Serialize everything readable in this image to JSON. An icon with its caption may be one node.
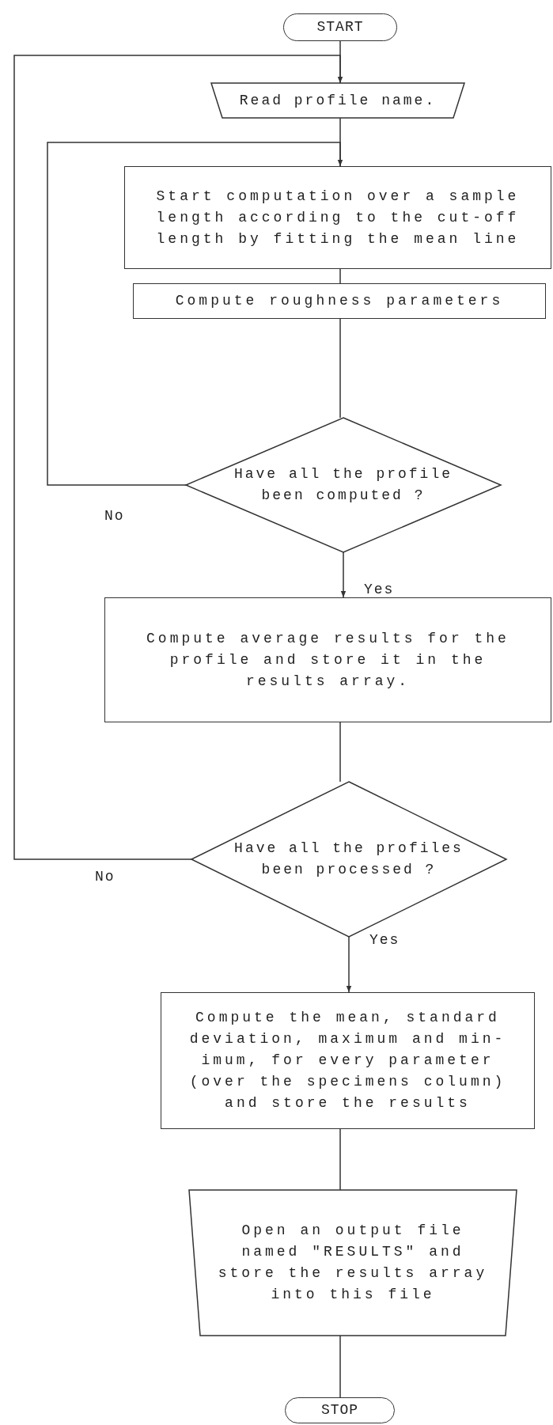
{
  "diagram": {
    "nodes": [
      {
        "text": [
          "START"
        ]
      },
      {
        "text": [
          "Read profile name."
        ]
      },
      {
        "text": [
          "Start computation over a sample length according to the cut-off length by fitting the mean line"
        ]
      },
      {
        "text": [
          "Compute roughness parameters"
        ]
      },
      {
        "text": [
          "Have all the profile been computed ?"
        ]
      },
      {
        "text": [
          "Compute average results for the profile and store it in the results array."
        ]
      },
      {
        "text": [
          "Have all the profiles been processed ?"
        ]
      },
      {
        "text": [
          "Compute the mean, standard deviation, maximum and min- imum, for every parameter (over the specimens column) and store the results"
        ]
      },
      {
        "text": [
          "Open an output file named \"RESULTS\" and store the results array into this file"
        ]
      },
      {
        "text": [
          "STOP"
        ]
      }
    ],
    "edges": [
      {
        "from": 0,
        "to": 1,
        "arrow": "none"
      },
      {
        "from": 1,
        "to": 2,
        "arrow": "none"
      },
      {
        "from": 2,
        "to": 3,
        "arrow": "none"
      },
      {
        "from": 3,
        "to": 4,
        "arrow": "none"
      },
      {
        "from": 4,
        "to": 5,
        "arrow": "to",
        "label": "Yes"
      },
      {
        "from": 5,
        "to": 6,
        "arrow": "none"
      },
      {
        "from": 6,
        "to": 7,
        "arrow": "to",
        "label": "Yes"
      },
      {
        "from": 7,
        "to": 8,
        "arrow": "none"
      },
      {
        "from": 8,
        "to": 9,
        "arrow": "none"
      },
      {
        "from": 4,
        "to": 2,
        "arrow": "to",
        "label": "No"
      },
      {
        "from": 6,
        "to": 1,
        "arrow": "to",
        "label": "No"
      }
    ]
  }
}
